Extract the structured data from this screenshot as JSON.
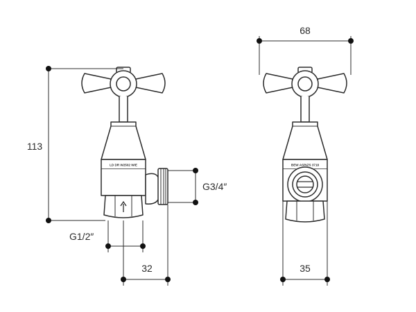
{
  "dimensions": {
    "height": "113",
    "width_front": "68",
    "outlet_thread": "G3/4″",
    "inlet_thread": "G1/2″",
    "outlet_reach": "32",
    "body_width_side": "35"
  },
  "markings": {
    "side_view": "LD DR W2502 WIE",
    "front_view": "BEW AS/NZS 3718"
  },
  "icons": {
    "flow_direction": "arrow-up-icon"
  }
}
